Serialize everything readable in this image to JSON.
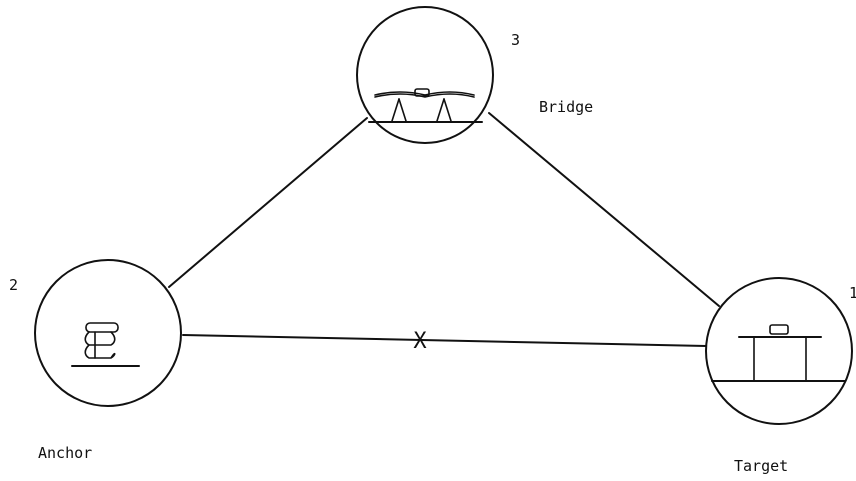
{
  "nodes": {
    "anchor": {
      "number": "2",
      "name": "Anchor"
    },
    "bridge": {
      "number": "3",
      "name": "Bridge"
    },
    "target": {
      "number": "1",
      "name": "Target"
    }
  },
  "edges": {
    "crossed_mark": "X"
  },
  "icons": {
    "anchor": "spring-icon",
    "bridge": "bridge-icon",
    "target": "table-icon"
  },
  "colors": {
    "ink": "#111111",
    "background": "#ffffff"
  }
}
